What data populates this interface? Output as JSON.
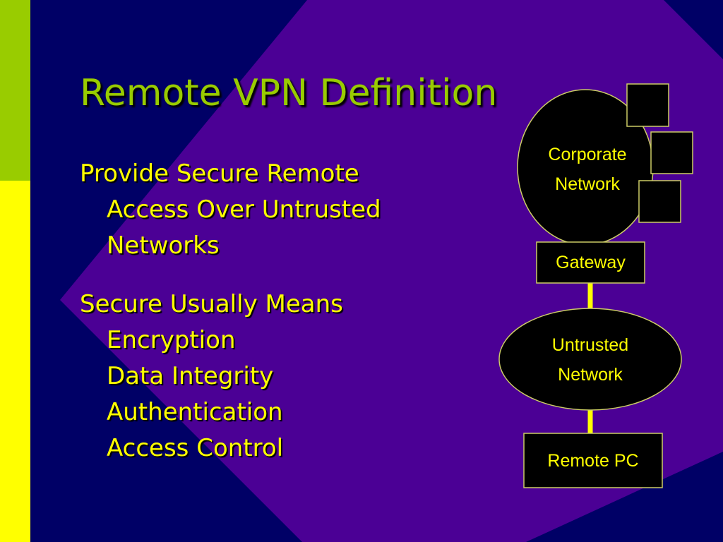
{
  "colors": {
    "background": "#000066",
    "diamond": "#4B0095",
    "accent_top": "#99CC00",
    "accent_bottom": "#FFFF00",
    "title": "#99CC00",
    "body_text": "#FFFF00",
    "connector": "#FFFF00",
    "shape_fill": "#000000",
    "shape_outline": "#CCCC66",
    "diagram_text": "#FFFF00"
  },
  "slide": {
    "title": "Remote VPN Definition",
    "bullets": [
      {
        "lines": [
          "Provide Secure Remote",
          "Access Over Untrusted",
          "Networks"
        ]
      },
      {
        "lines": [
          "Secure Usually Means",
          "Encryption",
          "Data Integrity",
          "Authentication",
          "Access Control"
        ]
      }
    ]
  },
  "diagram": {
    "corporate_network": {
      "label_lines": [
        "Corporate",
        "Network"
      ]
    },
    "host_boxes": [
      "square-box",
      "square-box",
      "square-box"
    ],
    "gateway": {
      "label": "Gateway"
    },
    "untrusted_network": {
      "label_lines": [
        "Untrusted",
        "Network"
      ]
    },
    "remote_pc": {
      "label": "Remote PC"
    }
  }
}
